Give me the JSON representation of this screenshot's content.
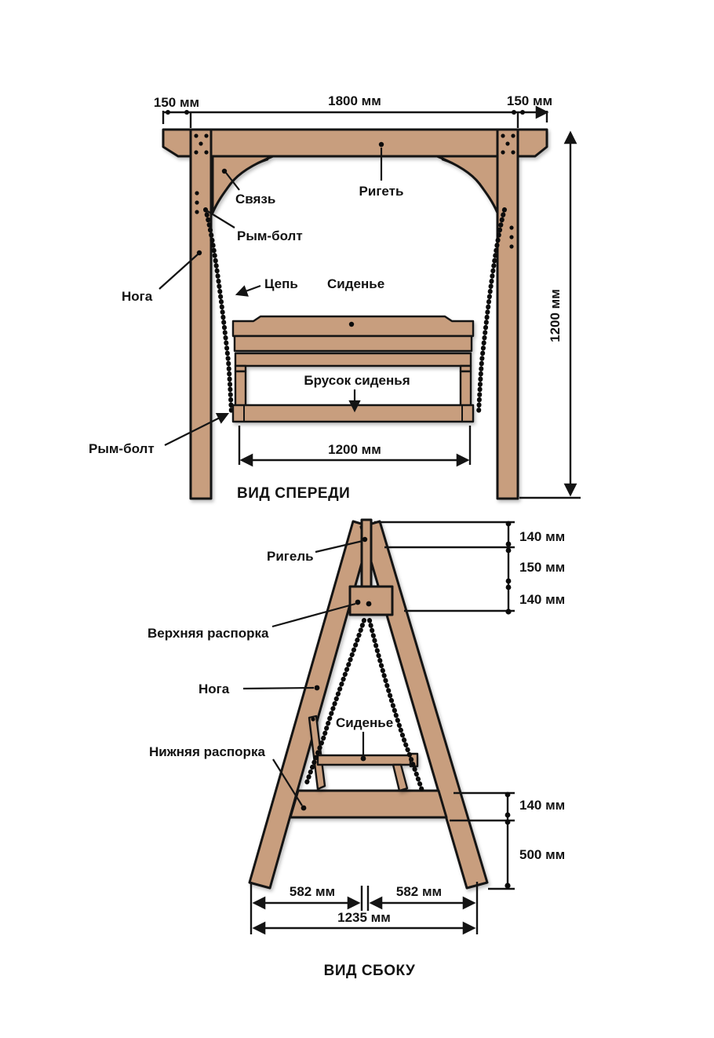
{
  "front": {
    "title": "ВИД СПЕРЕДИ",
    "dims": {
      "left_overhang": "150 мм",
      "span": "1800 мм",
      "right_overhang": "150 мм",
      "height": "1200 мм",
      "seat_width": "1200 мм"
    },
    "labels": {
      "beam": "Ригеть",
      "brace": "Связь",
      "eye_bolt_top": "Рым-болт",
      "leg": "Нога",
      "chain": "Цепь",
      "seat": "Сиденье",
      "seat_bar": "Брусок сиденья",
      "eye_bolt_bottom": "Рым-болт"
    }
  },
  "side": {
    "title": "ВИД СБОКУ",
    "dims": {
      "beam_140": "140 мм",
      "gap_150": "150 мм",
      "spreader_140": "140 мм",
      "lower_140": "140 мм",
      "clearance_500": "500 мм",
      "half_base_left": "582 мм",
      "half_base_right": "582 мм",
      "base_total": "1235 мм"
    },
    "labels": {
      "beam": "Ригель",
      "upper_spreader": "Верхняя распорка",
      "leg": "Нога",
      "seat": "Сиденье",
      "lower_spreader": "Нижняя распорка"
    }
  },
  "colors": {
    "wood": "#C89E7E",
    "outline": "#141414",
    "background": "#FFFFFF"
  }
}
